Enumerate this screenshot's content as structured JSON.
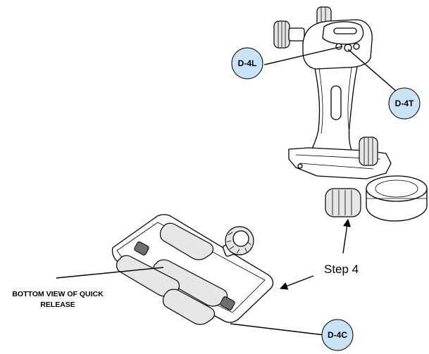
{
  "callouts": {
    "d4l": "D-4L",
    "d4t": "D-4T",
    "d4c": "D-4C"
  },
  "step_label": "Step 4",
  "caption": {
    "line1": "BOTTOM VIEW OF QUICK",
    "line2": "RELEASE"
  },
  "colors": {
    "callout_fill": "#c9e3f6",
    "line": "#000000",
    "background": "#ffffff"
  }
}
